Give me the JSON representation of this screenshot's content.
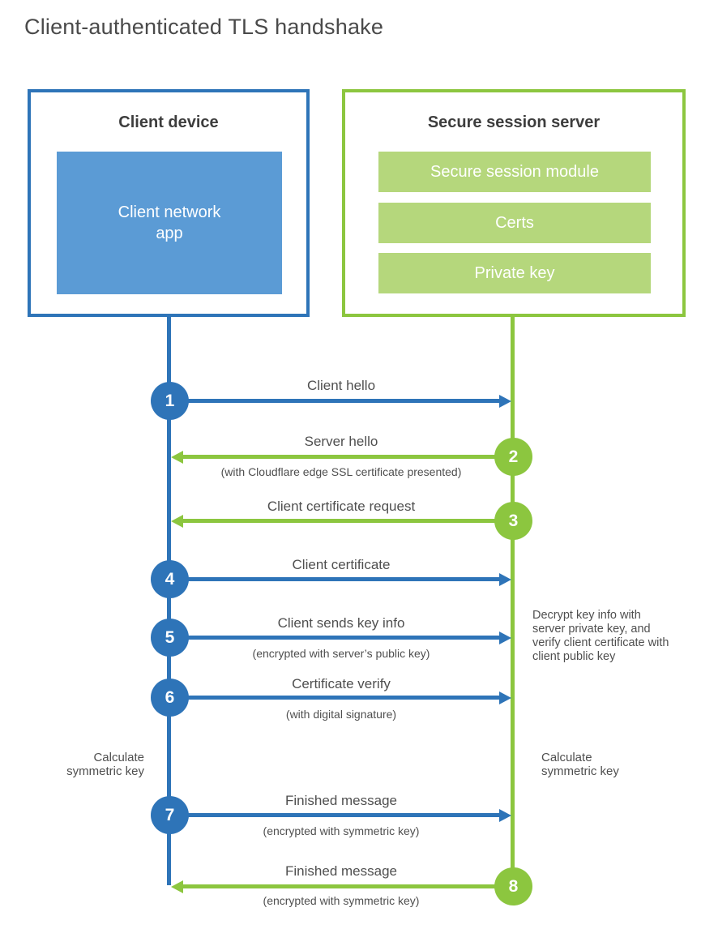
{
  "title": "Client-authenticated TLS handshake",
  "colors": {
    "blue": "#2e74b8",
    "blue_light": "#5b9bd5",
    "green": "#8cc63f",
    "green_light": "#b5d77c"
  },
  "client_box": {
    "title": "Client device",
    "app_label": "Client network app"
  },
  "server_box": {
    "title": "Secure session server",
    "modules": [
      "Secure session module",
      "Certs",
      "Private key"
    ]
  },
  "steps": [
    {
      "num": "1",
      "from": "client",
      "direction": "right",
      "label": "Client hello",
      "sublabel": ""
    },
    {
      "num": "2",
      "from": "server",
      "direction": "left",
      "label": "Server hello",
      "sublabel": "(with Cloudflare edge SSL certificate presented)"
    },
    {
      "num": "3",
      "from": "server",
      "direction": "left",
      "label": "Client certificate request",
      "sublabel": ""
    },
    {
      "num": "4",
      "from": "client",
      "direction": "right",
      "label": "Client certificate",
      "sublabel": ""
    },
    {
      "num": "5",
      "from": "client",
      "direction": "right",
      "label": "Client sends key info",
      "sublabel": "(encrypted with server’s public key)"
    },
    {
      "num": "6",
      "from": "client",
      "direction": "right",
      "label": "Certificate verify",
      "sublabel": "(with digital signature)"
    },
    {
      "num": "7",
      "from": "client",
      "direction": "right",
      "label": "Finished message",
      "sublabel": "(encrypted with symmetric key)"
    },
    {
      "num": "8",
      "from": "server",
      "direction": "left",
      "label": "Finished message",
      "sublabel": "(encrypted with symmetric key)"
    }
  ],
  "notes": {
    "decrypt": "Decrypt key info with server private key, and verify client certificate with client public key",
    "calc_left": "Calculate symmetric key",
    "calc_right": "Calculate symmetric key"
  }
}
